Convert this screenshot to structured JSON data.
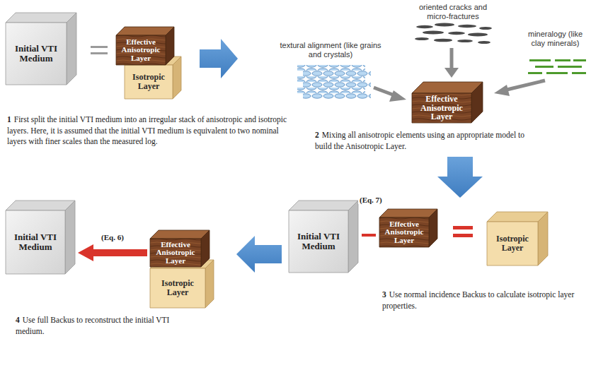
{
  "diagram": {
    "nodes": [
      {
        "text": [
          "Initial VTI Medium"
        ]
      },
      {
        "text": [
          "Effective Anisotropic Layer"
        ]
      },
      {
        "text": [
          "Isotropic Layer"
        ]
      },
      {
        "text": [
          "Effective Anisotropic Layer"
        ]
      },
      {
        "text": [
          "Initial VTI Medium"
        ]
      },
      {
        "text": [
          "Effective Anisotropic Layer"
        ]
      },
      {
        "text": [
          "Isotropic Layer"
        ]
      },
      {
        "text": [
          "Initial VTI Medium"
        ]
      },
      {
        "text": [
          "Effective Anisotropic Layer"
        ]
      },
      {
        "text": [
          "Isotropic Layer"
        ]
      }
    ],
    "edges": [
      {
        "from": 8,
        "to": 7,
        "arrow": "to",
        "label": "(Eq. 6)"
      }
    ],
    "labels": [
      "oriented cracks and micro-fractures",
      "mineralogy (like clay minerals)",
      "textural alignment (like grains and crystals)",
      "1",
      "First split the initial VTI medium into an irregular stack of anisotropic and isotropic layers. Here, it is assumed that the initial VTI medium is equivalent to two nominal layers with finer scales than the measured log.",
      "2",
      "Mixing all anisotropic elements using an appropriate model to build the Anisotropic Layer.",
      "(Eq. 7)",
      "3",
      "Use normal incidence Backus to calculate isotropic layer properties.",
      "4",
      "Use full Backus to reconstruct the initial VTI medium."
    ]
  }
}
